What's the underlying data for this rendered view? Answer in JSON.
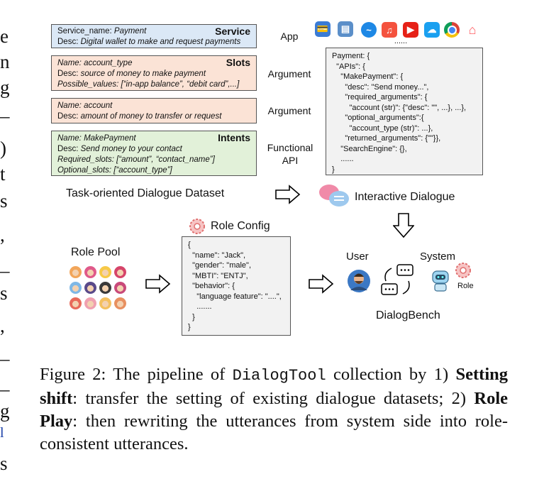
{
  "margin_fragments": [
    "e",
    "n",
    "g",
    "–",
    ")",
    "t",
    "s",
    ",",
    "–",
    "s",
    ",",
    "–",
    "–",
    "g",
    "l",
    "s"
  ],
  "service_box": {
    "title": "Service",
    "line1_key": "Service_name: ",
    "line1_val": "Payment",
    "line2_key": "Desc: ",
    "line2_val": "Digital wallet to make and request payments"
  },
  "slots_box": {
    "title": "Slots",
    "l1": "Name: account_type",
    "l2_key": "Desc: ",
    "l2_val": "source of money to make payment",
    "l3": "Possible_values: [“in-app balance”, “debit card”,...]"
  },
  "account_box": {
    "l1": "Name: account",
    "l2_key": "Desc: ",
    "l2_val": "amount of money to transfer or request"
  },
  "intents_box": {
    "title": "Intents",
    "l1": "Name: MakePayment",
    "l2_key": "Desc: ",
    "l2_val": "Send money to your contact",
    "l3": "Required_slots: [“amount”, “contact_name”]",
    "l4": "Optional_slots: [“account_type”]"
  },
  "labels": {
    "app": "App",
    "argument1": "Argument",
    "argument2": "Argument",
    "functional": "Functional",
    "api": "API",
    "dots": "......"
  },
  "api_code": "Payment: {\n  \"APIs\": {\n    \"MakePayment\": {\n      \"desc\": \"Send money...\",\n      \"required_arguments\": {\n        \"account (str)\": {\"desc\": \"\", ...}, ...},\n      \"optional_arguments\":{\n        \"account_type (str)\": ...},\n      \"returned_arguments\": {\"\"}},\n    \"SearchEngine\": {},\n    ......\n}",
  "headings": {
    "dataset": "Task-oriented Dialogue Dataset",
    "interactive": "Interactive Dialogue",
    "role_config": "Role Config",
    "role_pool": "Role Pool",
    "user": "User",
    "system": "System",
    "role": "Role",
    "dialogbench": "DialogBench"
  },
  "role_code": "{\n  \"name\": \"Jack\",\n  \"gender\": \"male\",\n  \"MBTI\": \"ENTJ\",\n  \"behavior\": {\n    \"language feature\": \"....\",\n    .......\n  }\n}",
  "caption": {
    "prefix": "Figure 2: The pipeline of ",
    "tool": "DialogTool",
    "mid": " collection by 1) ",
    "bold1": "Setting shift",
    "text1": ": transfer the setting of existing dialogue datasets; 2) ",
    "bold2": "Role Play",
    "text2": ": then rewriting the utterances from system side into role-consistent utterances."
  },
  "colors": {
    "service": "#dbe8f6",
    "slots": "#fbe3d6",
    "intents": "#e2f1d9",
    "code_bg": "#f2f2f2"
  },
  "app_icons": [
    "wallet-icon",
    "cards-icon",
    "messenger-icon",
    "music-icon",
    "youtube-icon",
    "cloud-icon",
    "chrome-icon",
    "airbnb-icon"
  ]
}
